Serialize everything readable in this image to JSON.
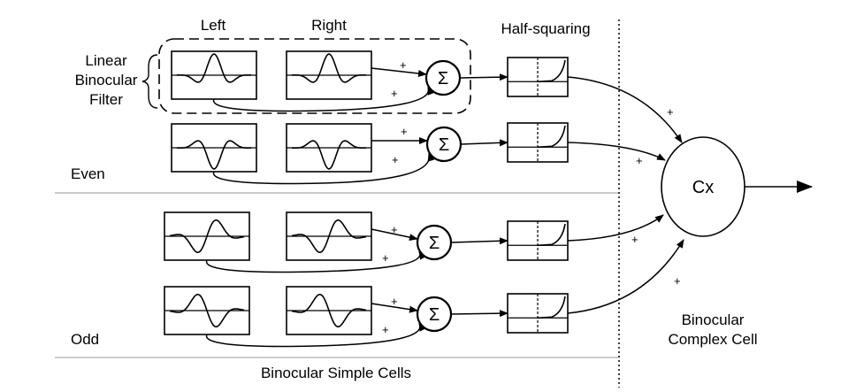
{
  "labels": {
    "left": "Left",
    "right": "Right",
    "half_squaring": "Half-squaring",
    "linear": "Linear",
    "binocular": "Binocular",
    "filter": "Filter",
    "even": "Even",
    "odd": "Odd",
    "simple_cells": "Binocular Simple Cells",
    "complex_line1": "Binocular",
    "complex_line2": "Complex Cell",
    "cx": "Cx",
    "sum_symbol": "Σ",
    "plus": "+"
  },
  "rows": [
    {
      "group": "Even",
      "left_phase": "even",
      "right_phase": "even"
    },
    {
      "group": "Even",
      "left_phase": "even-inverted",
      "right_phase": "even-inverted"
    },
    {
      "group": "Odd",
      "left_phase": "odd",
      "right_phase": "odd"
    },
    {
      "group": "Odd",
      "left_phase": "odd-inverted",
      "right_phase": "odd-inverted"
    }
  ]
}
